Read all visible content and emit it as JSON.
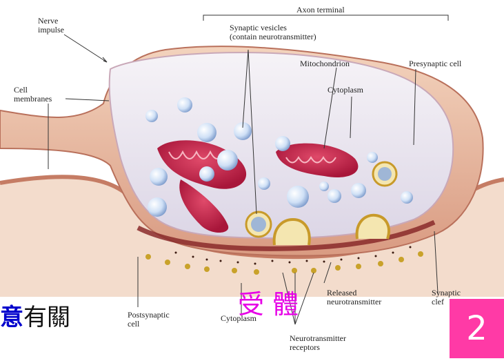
{
  "labels": {
    "nerve_impulse": "Nerve\nimpulse",
    "axon_terminal": "Axon terminal",
    "synaptic_vesicles": "Synaptic vesicles\n(contain neurotransmitter)",
    "mitochondrion": "Mitochondrion",
    "presynaptic_cell": "Presynaptic cell",
    "cytoplasm_top": "Cytoplasm",
    "cell_membranes": "Cell\nmembranes",
    "released_neurotransmitter": "Released\nneurotransmitter",
    "synaptic_cleft": "Synaptic\nclef",
    "postsynaptic_cell": "Postsynaptic\ncell",
    "cytoplasm_bottom": "Cytoplasm",
    "neurotransmitter_receptors": "Neurotransmitter\nreceptors"
  },
  "annotation_receptor": "受 體",
  "side_text": {
    "highlight": "意",
    "rest": "有關"
  },
  "slide_number": "2",
  "colors": {
    "accent_pink": "#ff3aa6",
    "annotation_magenta": "#e600e6",
    "side_blue": "#0000cc"
  }
}
